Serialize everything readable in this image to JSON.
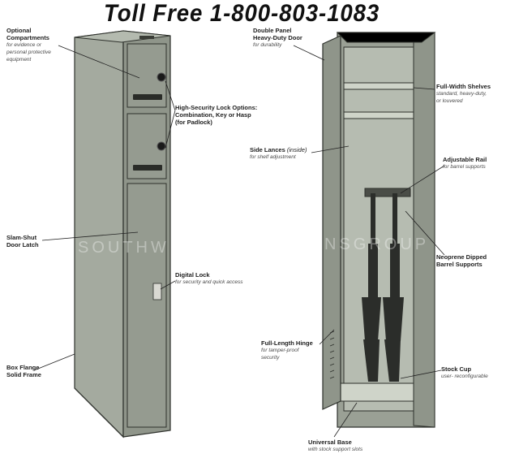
{
  "header": {
    "phone_text": "Toll Free 1-800-803-1083"
  },
  "watermark": {
    "left_text": "SOUTHW",
    "right_text": "NSGROUP"
  },
  "colors": {
    "locker_body": "#8f958a",
    "locker_side": "#a4aa9f",
    "locker_dark": "#6e7469",
    "interior": "#b6bcb1",
    "outline": "#2e312c"
  },
  "callouts": {
    "optional_compartments": {
      "title": [
        "Optional",
        "Compartments"
      ],
      "sub": [
        "for evidence or",
        "personal protective",
        "equipment"
      ]
    },
    "high_security_lock": {
      "title": [
        "High-Security Lock Options:",
        "Combination, Key or Hasp",
        "(for Padlock)"
      ]
    },
    "slam_shut": {
      "title": [
        "Slam-Shut",
        "Door Latch"
      ]
    },
    "digital_lock": {
      "title": [
        "Digital Lock"
      ],
      "sub": [
        "for security and quick access"
      ]
    },
    "box_flange": {
      "title": [
        "Box Flange",
        "Solid Frame"
      ]
    },
    "double_panel": {
      "title": [
        "Double Panel",
        "Heavy-Duty Door"
      ],
      "sub": [
        "for durability"
      ]
    },
    "full_width_shelves": {
      "title": [
        "Full-Width Shelves"
      ],
      "sub": [
        "standard, heavy-duty,",
        "or louvered"
      ]
    },
    "side_lances": {
      "title": "Side Lances",
      "title_note": " (inside)",
      "sub": [
        "for shelf adjustment"
      ]
    },
    "adjustable_rail": {
      "title": [
        "Adjustable Rail"
      ],
      "sub": [
        "for barrel supports"
      ]
    },
    "neoprene": {
      "title": [
        "Neoprene Dipped",
        "Barrel Supports"
      ]
    },
    "full_length_hinge": {
      "title": [
        "Full-Length Hinge"
      ],
      "sub": [
        "for tamper-proof",
        "security"
      ]
    },
    "stock_cup": {
      "title": [
        "Stock Cup"
      ],
      "sub": [
        "user- reconfigurable"
      ]
    },
    "universal_base": {
      "title": [
        "Universal Base"
      ],
      "sub": [
        "with stock support slots"
      ]
    }
  }
}
